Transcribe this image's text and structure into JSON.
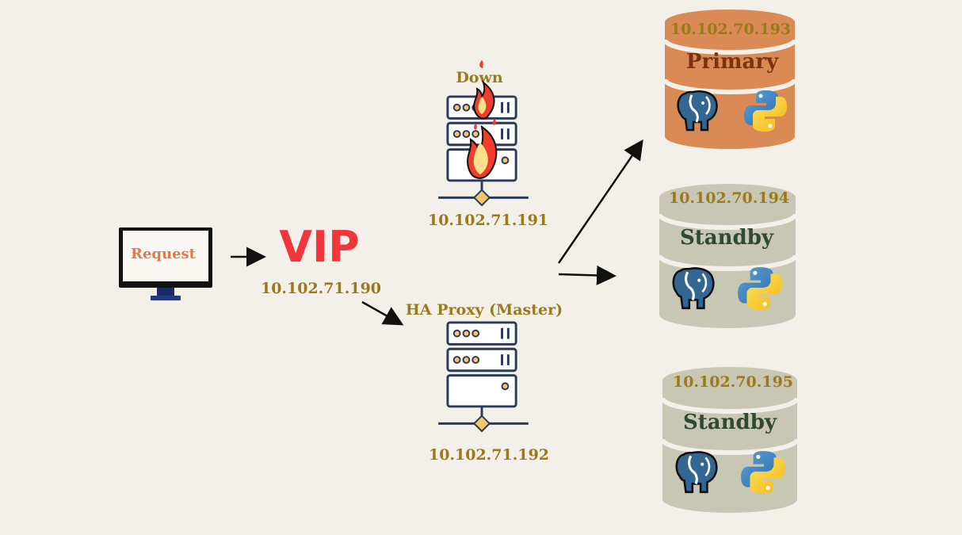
{
  "client": {
    "label": "Request"
  },
  "vip": {
    "label": "VIP",
    "ip": "10.102.71.190"
  },
  "proxy_down": {
    "status": "Down",
    "ip": "10.102.71.191"
  },
  "proxy_master": {
    "label": "HA Proxy (Master)",
    "ip": "10.102.71.192"
  },
  "databases": [
    {
      "ip": "10.102.70.193",
      "role": "Primary"
    },
    {
      "ip": "10.102.70.194",
      "role": "Standby"
    },
    {
      "ip": "10.102.70.195",
      "role": "Standby"
    }
  ],
  "colors": {
    "background": "#f3efe9",
    "vip": "#f2363b",
    "ip_text": "#9a7a1c",
    "primary_db": "#d98a55",
    "primary_text": "#7a3410",
    "standby_db": "#c7c7b3",
    "standby_text": "#2f4a2f",
    "server_outline": "#2c3a5a",
    "flame": "#f23d2d"
  },
  "icons": [
    "monitor-icon",
    "server-rack-icon",
    "flame-icon",
    "database-cylinder-icon",
    "postgresql-elephant-icon",
    "python-logo-icon"
  ]
}
